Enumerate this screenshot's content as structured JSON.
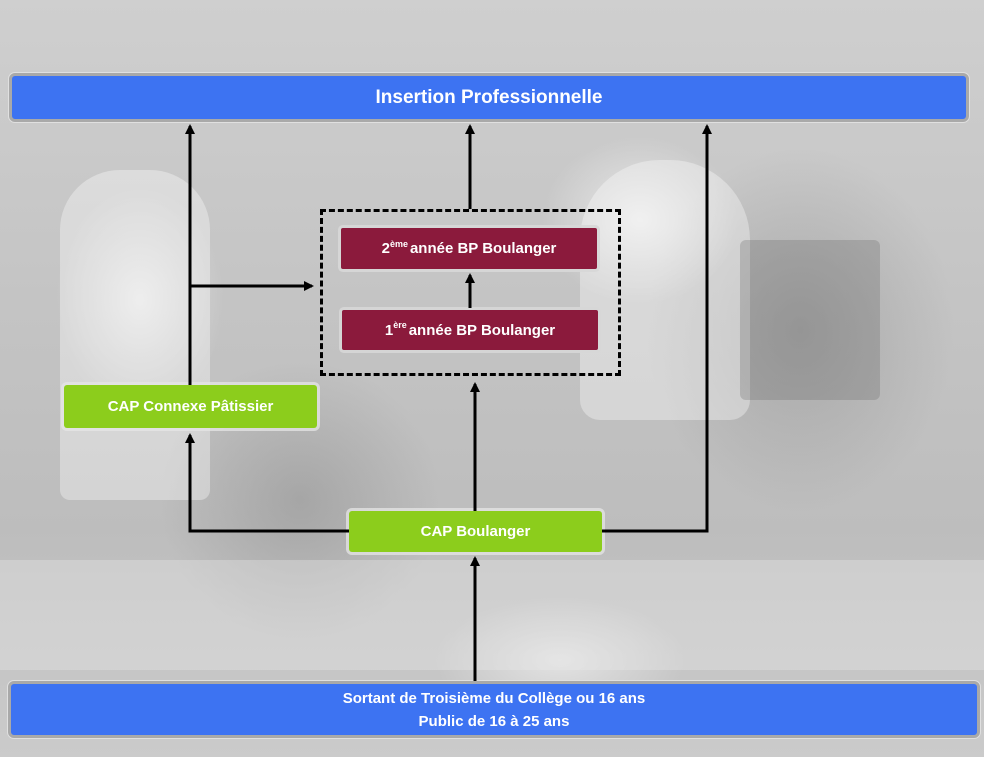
{
  "top_box": {
    "label": "Insertion Professionnelle"
  },
  "program_group": {
    "year2": {
      "sup": "ème",
      "number": "2",
      "label": "année BP Boulanger"
    },
    "year1": {
      "sup": "ère",
      "number": "1",
      "label": "année BP Boulanger"
    }
  },
  "cap_connexe": {
    "label": "CAP Connexe Pâtissier"
  },
  "cap_boulanger": {
    "label": "CAP Boulanger"
  },
  "bottom_box": {
    "line1": "Sortant de Troisième du Collège ou 16 ans",
    "line2": "Public de 16 à 25 ans"
  },
  "colors": {
    "blue": "#3d73f2",
    "green": "#8ccd1c",
    "dark_red": "#8b1a3c",
    "arrow": "#000000"
  }
}
